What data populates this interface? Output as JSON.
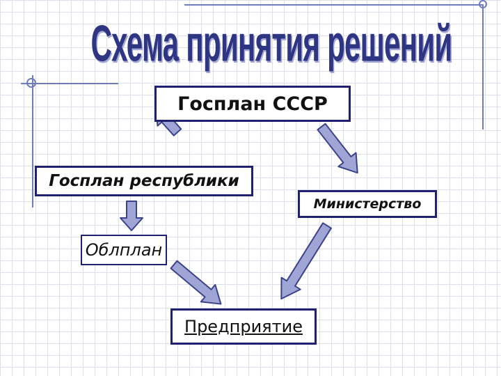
{
  "title": "Схема принятия решений",
  "nodes": {
    "gosplan_ussr": "Госплан СССР",
    "gosplan_republic": "Госплан республики",
    "ministry": "Министерство",
    "oblplan": "Облплан",
    "enterprise": "Предприятие"
  },
  "colors": {
    "title": "#2e3582",
    "border": "#1f2170",
    "arrow_fill": "#9fa6d6",
    "arrow_stroke": "#3c428a",
    "grid": "#dde0ea"
  }
}
